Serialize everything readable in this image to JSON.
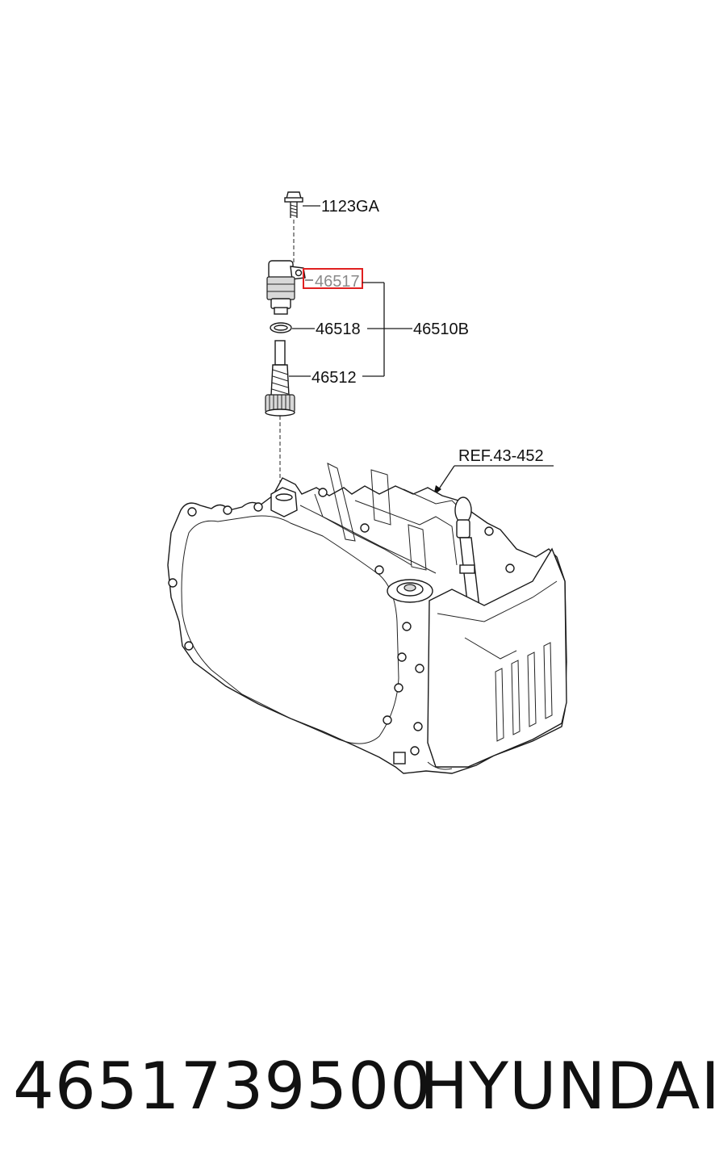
{
  "callouts": {
    "bolt": "1123GA",
    "sensor": "46517",
    "o_ring": "46518",
    "assembly": "46510B",
    "gear": "46512",
    "reference": "REF.43-452"
  },
  "footer": {
    "part_number": "4651739500",
    "brand": "HYUNDAI"
  },
  "highlight": {
    "target": "46517",
    "color": "#e02020"
  }
}
